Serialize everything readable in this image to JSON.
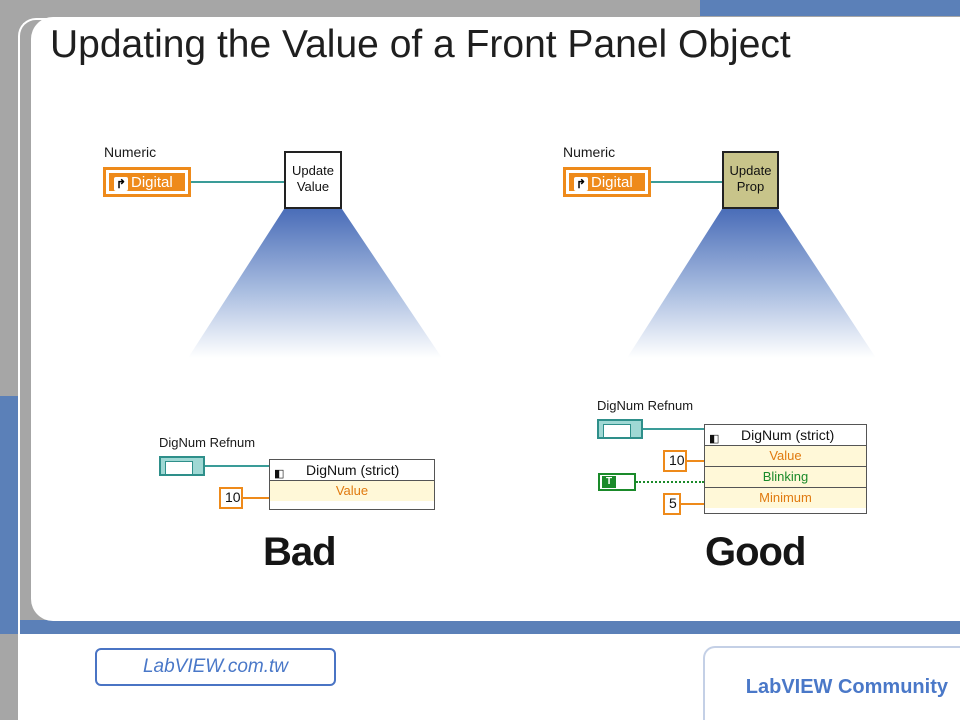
{
  "slide": {
    "title": "Updating the Value of a Front Panel Object",
    "site_label": "LabVIEW.com.tw",
    "community_label": "LabVIEW Community"
  },
  "bad": {
    "control_label": "Numeric",
    "control_text": "Digital",
    "node_text": "Update\nValue",
    "refnum_label": "DigNum Refnum",
    "constant": "10",
    "property_header": "DigNum (strict)",
    "properties": [
      "Value"
    ],
    "verdict": "Bad"
  },
  "good": {
    "control_label": "Numeric",
    "control_text": "Digital",
    "node_text": "Update\nProp",
    "refnum_label": "DigNum Refnum",
    "constant": "10",
    "constant2": "5",
    "bool_const": "T",
    "property_header": "DigNum (strict)",
    "properties": [
      "Value",
      "Blinking",
      "Minimum"
    ],
    "verdict": "Good"
  },
  "colors": {
    "accent_blue": "#5b80b8",
    "link_blue": "#4a78c8",
    "orange": "#ee8a1a",
    "teal": "#2e8f8a",
    "bool_green": "#1a8a2a",
    "node_khaki": "#c8c48a",
    "prop_value_color": "#e07a10",
    "prop_bool_color": "#1a8a2a"
  }
}
